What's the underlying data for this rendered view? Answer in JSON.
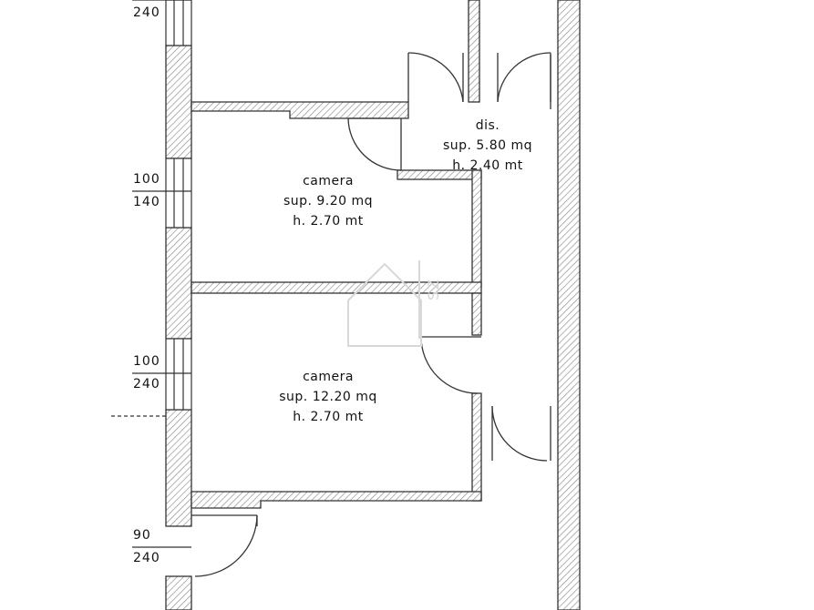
{
  "window_labels": [
    {
      "top": "",
      "bottom": "240"
    },
    {
      "top": "100",
      "bottom": "140"
    },
    {
      "top": "100",
      "bottom": "240"
    },
    {
      "top": "90",
      "bottom": "240"
    }
  ],
  "rooms": [
    {
      "name": "dis.",
      "area": "sup. 5.80 mq",
      "height": "h. 2.40 mt"
    },
    {
      "name": "camera",
      "area": "sup. 9.20 mq",
      "height": "h. 2.70 mt"
    },
    {
      "name": "camera",
      "area": "sup. 12.20 mq",
      "height": "h. 2.70 mt"
    }
  ],
  "watermark": {
    "text": "SZ"
  },
  "colors": {
    "wall_line": "#333333",
    "hatch": "#8a8a8a",
    "background": "#ffffff",
    "watermark": "#d8d8d8"
  }
}
